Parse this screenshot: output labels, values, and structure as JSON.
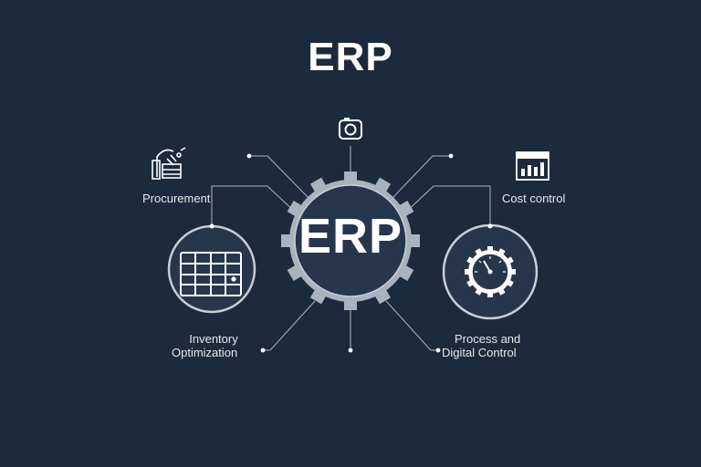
{
  "title": "ERP",
  "hub": {
    "label": "ERP"
  },
  "nodes": {
    "top_left": {
      "label": "Procurement"
    },
    "top_right": {
      "label": "Cost control"
    },
    "bottom_left": {
      "label_line1": "Inventory",
      "label_line2": "Optimization"
    },
    "bottom_right": {
      "label_line1": "Process and",
      "label_line2": "Digital Control"
    }
  },
  "icons": {
    "top_left": "procurement-icon",
    "top_center": "camera-icon",
    "top_right": "bar-chart-icon",
    "left_circle": "inventory-grid-icon",
    "right_circle": "gauge-gear-icon"
  },
  "colors": {
    "background": "#1c2a3d",
    "line": "#aab4c2",
    "circle_fill": "#26374d",
    "text": "#ffffff"
  }
}
